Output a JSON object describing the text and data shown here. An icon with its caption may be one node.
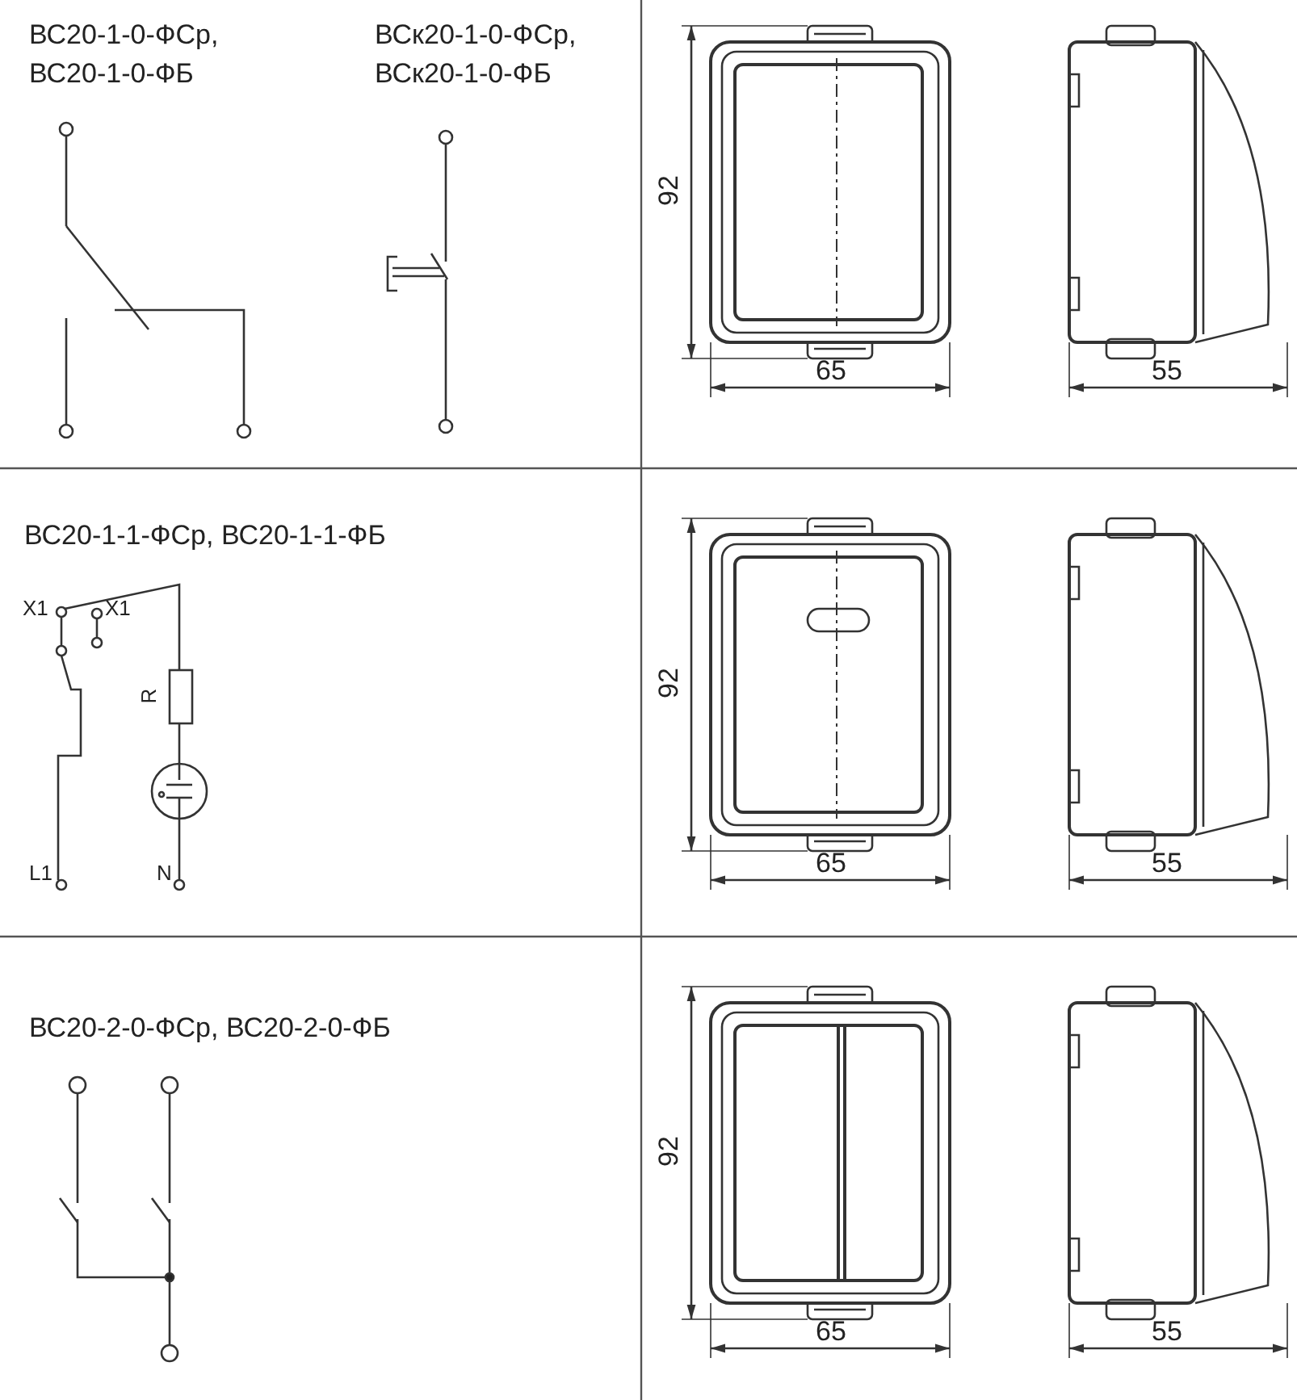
{
  "diagram": {
    "labels": [
      "ВС20-1-0-ФСр, ВС20-1-0-ФБ",
      "ВСк20-1-0-ФСр, ВСк20-1-0-ФБ",
      "92",
      "65",
      "55",
      "ВС20-1-1-ФСр, ВС20-1-1-ФБ",
      "X1",
      "X1",
      "R",
      "92",
      "L1",
      "N",
      "65",
      "55",
      "ВС20-2-0-ФСр, ВС20-2-0-ФБ",
      "92",
      "65",
      "55"
    ]
  }
}
